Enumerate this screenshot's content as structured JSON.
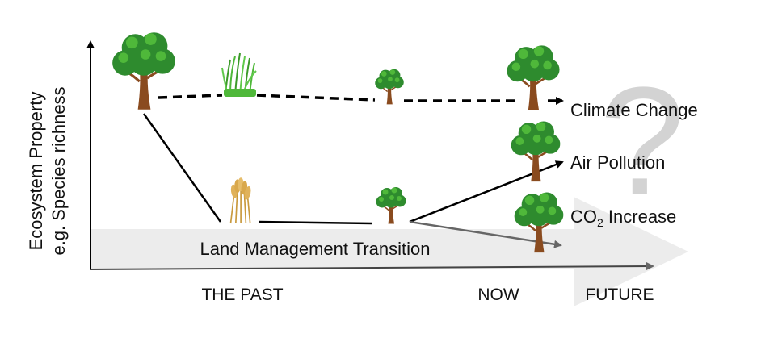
{
  "axis": {
    "ylabel_line1": "Ecosystem Property",
    "ylabel_line2": "e.g. Species richness"
  },
  "timeline": {
    "past": "THE PAST",
    "now": "NOW",
    "future": "FUTURE"
  },
  "band_label": "Land Management Transition",
  "outcomes": {
    "climate": "Climate Change",
    "air": "Air Pollution",
    "co2_prefix": "CO",
    "co2_sub": "2",
    "co2_suffix": " Increase"
  },
  "uncertainty_mark": "?",
  "colors": {
    "foliage": "#2e8b2e",
    "foliage_light": "#4fb83a",
    "trunk": "#8a4b1f",
    "band": "#ececec",
    "question": "#d3d3d3",
    "grey_arrow": "#666666"
  }
}
